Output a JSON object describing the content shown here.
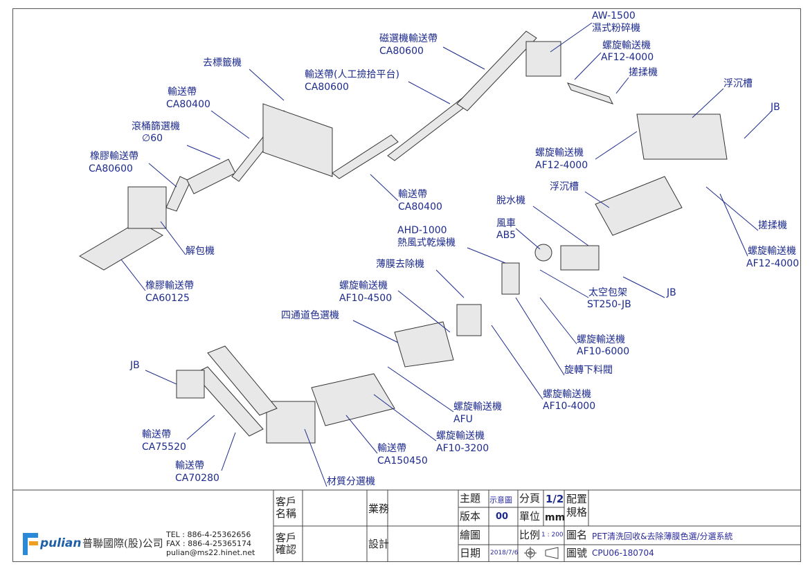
{
  "labels": {
    "aw1500_model": "AW-1500",
    "aw1500_name": "濕式粉碎機",
    "screw1_name": "螺旋輸送機",
    "screw1_model": "AF12-4000",
    "rubbing1": "搓揉機",
    "float1": "浮沉槽",
    "jb1": "JB",
    "magnet_name": "磁選機輸送帶",
    "magnet_model": "CA80600",
    "pick_name": "輸送帶(人工撿拾平台)",
    "pick_model": "CA80600",
    "delabel": "去標籤機",
    "conv1_name": "輸送帶",
    "conv1_model": "CA80400",
    "trommel_name": "滾桶篩選機",
    "trommel_model": "∅60",
    "rubber1_name": "橡膠輸送帶",
    "rubber1_model": "CA80600",
    "debaler": "解包機",
    "rubber2_name": "橡膠輸送帶",
    "rubber2_model": "CA60125",
    "screw2_name": "螺旋輸送機",
    "screw2_model": "AF12-4000",
    "conv2_name": "輸送帶",
    "conv2_model": "CA80400",
    "float2": "浮沉槽",
    "dewater": "脫水機",
    "fan_name": "風車",
    "fan_model": "AB5",
    "dryer_model": "AHD-1000",
    "dryer_name": "熱風式乾燥機",
    "rubbing2": "搓揉機",
    "screw3_name": "螺旋輸送機",
    "screw3_model": "AF12-4000",
    "jb2": "JB",
    "film": "薄膜去除機",
    "screw4_name": "螺旋輸送機",
    "screw4_model": "AF10-4500",
    "bag_name": "太空包架",
    "bag_model": "ST250-JB",
    "screw5_name": "螺旋輸送機",
    "screw5_model": "AF10-6000",
    "sorter": "四通道色選機",
    "valve": "旋轉下料閥",
    "jb3": "JB",
    "screw6_name": "螺旋輸送機",
    "screw6_model": "AF10-4000",
    "screw7_name": "螺旋輸送機",
    "screw7_model": "AFU",
    "screw8_name": "螺旋輸送機",
    "screw8_model": "AF10-3200",
    "conv3_name": "輸送帶",
    "conv3_model": "CA75520",
    "conv4_name": "輸送帶",
    "conv4_model": "CA150450",
    "conv5_name": "輸送帶",
    "conv5_model": "CA70280",
    "material": "材質分選機"
  },
  "title_block": {
    "logo_text": "pulian",
    "company": "普聯國際(股)公司",
    "tel": "TEL : 886-4-25362656",
    "fax": "FAX : 886-4-25365174",
    "email": "pulian@ms22.hinet.net",
    "customer_name_label": "客戶\n名稱",
    "customer_confirm_label": "客戶\n確認",
    "sales_label": "業務",
    "design_label": "設計",
    "subject_label": "主題",
    "subject_value": "示意圖",
    "page_label": "分頁",
    "page_value": "1/2",
    "config_label": "配置\n規格",
    "version_label": "版本",
    "version_value": "00",
    "unit_label": "單位",
    "unit_value": "mm",
    "drawn_label": "繪圖",
    "scale_label": "比例",
    "scale_value": "1 : 200",
    "drawing_name_label": "圖名",
    "drawing_name_value": "PET清洗回收&去除薄膜色選/分選系統",
    "date_label": "日期",
    "date_value": "2018/7/6",
    "drawing_no_label": "圖號",
    "drawing_no_value": "CPU06-180704"
  }
}
